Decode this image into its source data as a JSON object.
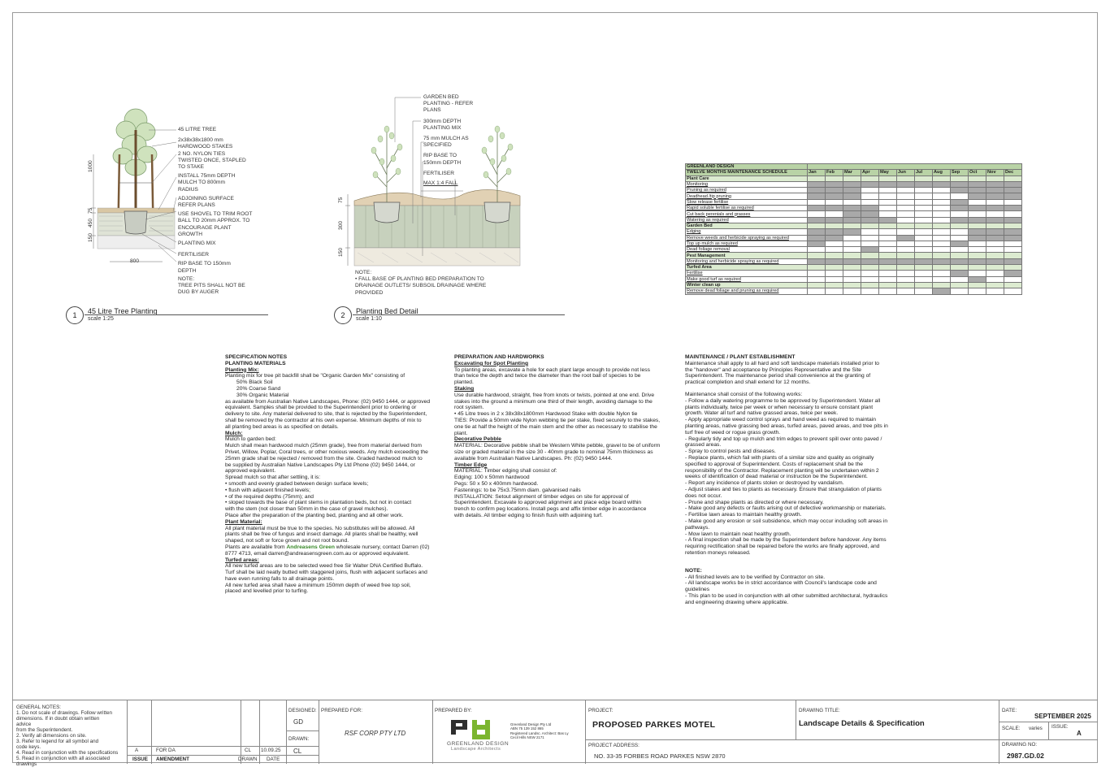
{
  "detail1": {
    "number": "1",
    "title": "45 Litre Tree Planting",
    "scale": "scale 1:25",
    "labels": [
      "45 LITRE TREE",
      "2x38x38x1800 mm",
      "HARDWOOD STAKES",
      "2 NO. NYLON TIES",
      "TWISTED ONCE, STAPLED",
      "TO STAKE",
      "INSTALL 75mm DEPTH",
      "MULCH TO 800mm",
      "RADIUS",
      "ADJOINING SURFACE",
      "REFER PLANS",
      "USE SHOVEL TO TRIM ROOT",
      "BALL TO 20mm APPROX. TO",
      "ENCOURAGE PLANT",
      "GROWTH",
      "PLANTING MIX",
      "FERTILISER",
      "RIP BASE TO 150mm",
      "DEPTH",
      "NOTE:",
      "TREE PITS SHALL NOT BE",
      "DUG BY AUGER"
    ],
    "dims": {
      "d1000": "1000",
      "d75": "75",
      "d450": "450",
      "d150": "150",
      "d800": "800"
    }
  },
  "detail2": {
    "number": "2",
    "title": "Planting Bed Detail",
    "scale": "scale 1:10",
    "labels": [
      "GARDEN BED",
      "PLANTING - REFER",
      "PLANS",
      "300mm DEPTH",
      "PLANTING MIX",
      "75 mm MULCH AS",
      "SPECIFIED",
      "RIP BASE TO",
      "150mm DEPTH",
      "FERTILISER",
      "MAX 1:4 FALL"
    ],
    "note": [
      "NOTE:",
      "• FALL BASE OF PLANTING BED PREPARATION TO",
      "DRAINAGE OUTLETS/ SUBSOIL DRAINAGE WHERE",
      "PROVIDED"
    ],
    "dims": {
      "d75": "75",
      "d300": "300",
      "d150": "150"
    }
  },
  "maintenance_schedule": {
    "company": "GREENLAND DESIGN",
    "title": "TWELVE MONTHS MAINTENANCE SCHEDULE",
    "months": [
      "Jan",
      "Feb",
      "Mar",
      "Apr",
      "May",
      "Jun",
      "Jul",
      "Aug",
      "Sep",
      "Oct",
      "Nov",
      "Dec"
    ],
    "rows": [
      {
        "label": "Plant Care",
        "section": true
      },
      {
        "label": "Monitoring",
        "shade": [
          1,
          1,
          1,
          1,
          1,
          1,
          1,
          1,
          1,
          1,
          1,
          1
        ]
      },
      {
        "label": "Pruning as required",
        "shade": [
          1,
          1,
          1,
          0,
          0,
          0,
          0,
          0,
          1,
          1,
          1,
          1
        ]
      },
      {
        "label": "Deadhead /tip pruning",
        "shade": [
          1,
          1,
          1,
          0,
          0,
          0,
          0,
          0,
          0,
          1,
          1,
          1
        ]
      },
      {
        "label": "Slow release fertilise",
        "shade": [
          0,
          0,
          0,
          0,
          0,
          0,
          0,
          0,
          1,
          0,
          0,
          0
        ]
      },
      {
        "label": "Rapid soluble fertilise as required",
        "shade": [
          1,
          1,
          1,
          1,
          0,
          0,
          0,
          0,
          1,
          1,
          1,
          1
        ]
      },
      {
        "label": "Cut back perenials and grasses",
        "shade": [
          0,
          0,
          1,
          1,
          0,
          0,
          0,
          0,
          0,
          0,
          0,
          0
        ]
      },
      {
        "label": "Watering as required",
        "shade": [
          1,
          1,
          1,
          1,
          1,
          0,
          0,
          0,
          1,
          1,
          1,
          1
        ]
      },
      {
        "label": "Garden Bed",
        "section": true
      },
      {
        "label": "Edging",
        "shade": [
          1,
          1,
          1,
          0,
          0,
          0,
          0,
          0,
          0,
          1,
          1,
          1
        ]
      },
      {
        "label": "Remove weeds and herbicide spraying as required",
        "shade": [
          1,
          1,
          0,
          0,
          0,
          1,
          0,
          0,
          0,
          1,
          1,
          1
        ]
      },
      {
        "label": "Top up mulch as required",
        "shade": [
          1,
          0,
          0,
          0,
          0,
          0,
          0,
          0,
          1,
          0,
          0,
          0
        ]
      },
      {
        "label": "Dead foliage removal",
        "shade": [
          0,
          0,
          0,
          1,
          0,
          0,
          0,
          0,
          0,
          0,
          0,
          0
        ]
      },
      {
        "label": "Pest Management",
        "section": true
      },
      {
        "label": "Monitoring and herbicide spraying as required",
        "shade": [
          1,
          1,
          1,
          1,
          1,
          1,
          1,
          1,
          1,
          1,
          1,
          1
        ]
      },
      {
        "label": "Turfed Area",
        "section": true
      },
      {
        "label": "Fertilise",
        "shade": [
          0,
          0,
          0,
          0,
          0,
          0,
          0,
          0,
          1,
          0,
          0,
          1
        ]
      },
      {
        "label": "Make good turf as required",
        "shade": [
          0,
          0,
          0,
          0,
          0,
          0,
          0,
          0,
          0,
          1,
          0,
          0
        ]
      },
      {
        "label": "Winter clean up",
        "section": true
      },
      {
        "label": "Remove dead foliage and pruning as required",
        "shade": [
          0,
          0,
          0,
          0,
          0,
          0,
          0,
          1,
          0,
          0,
          0,
          0
        ]
      }
    ]
  },
  "spec_notes": {
    "col1": [
      {
        "t": "SPECIFICATION NOTES",
        "s": "h"
      },
      {
        "t": "PLANTING MATERIALS",
        "s": "h"
      },
      {
        "t": "Planting Mix:",
        "s": "hu"
      },
      {
        "t": "Planting mix for tree pit backfill shall be \"Organic Garden Mix\" consisting of"
      },
      {
        "t": "50% Black Soil",
        "s": "ind"
      },
      {
        "t": "20% Coarse Sand",
        "s": "ind"
      },
      {
        "t": "30% Organic Material",
        "s": "ind"
      },
      {
        "t": "as available from Australian Native Landscapes, Phone: (02) 9450 1444, or approved"
      },
      {
        "t": "equivalent.  Samples shall be provided to the Superintendent prior to ordering or"
      },
      {
        "t": "delivery to site.  Any material delivered to site, that is rejected by the Superintendent,"
      },
      {
        "t": "shall be removed by the contractor at his own expense.  Minimum depths of mix to"
      },
      {
        "t": "all planting bed areas is as specified on details."
      },
      {
        "t": "Mulch:",
        "s": "hu"
      },
      {
        "t": "Mulch to  garden bed:"
      },
      {
        "t": "Mulch shall mean hardwood mulch (25mm grade), free from material derived from"
      },
      {
        "t": "Privet, Willow, Poplar, Coral trees, or other noxious weeds.  Any mulch exceeding the"
      },
      {
        "t": "25mm grade shall be rejected / removed from the site.  Graded hardwood mulch to"
      },
      {
        "t": "be supplied by Australian Native Landscapes Pty Ltd Phone (02) 9450 1444, or"
      },
      {
        "t": "approved equivalent."
      },
      {
        "t": "Spread mulch so that after settling, it is:"
      },
      {
        "t": "•      smooth and evenly graded between design surface levels;"
      },
      {
        "t": "•      flush with adjacent finished levels;"
      },
      {
        "t": "•      of the required depths (75mm); and"
      },
      {
        "t": "•      sloped towards the base of plant stems in plantation beds, but not in contact"
      },
      {
        "t": "with the stem (not closer than 50mm in the case of gravel mulches)."
      },
      {
        "t": "Place after the preparation of the planting bed, planting and all other work."
      },
      {
        "t": "Plant Material:",
        "s": "hu"
      },
      {
        "t": "All plant material must be true to the species.  No substitutes will be allowed.  All"
      },
      {
        "t": "plants shall be free of fungus and insect damage.  All plants shall be healthy, well"
      },
      {
        "t": "shaped, not soft or force grown and not root bound."
      },
      {
        "t": "Plants are available from Andreasens Green wholesale nursery, contact Darren (02)",
        "green": "Andreasens Green"
      },
      {
        "t": "8777 4713, email darren@andreasensgreen.com.au or approved equivalent."
      },
      {
        "t": "Turfed areas:",
        "s": "hu"
      },
      {
        "t": "All new turfed areas are to be selected weed free Sir Walter DNA Certified Buffalo."
      },
      {
        "t": "Turf shall be laid neatly butted with staggered joins, flush with adjacent surfaces and"
      },
      {
        "t": "have even running falls to all drainage points."
      },
      {
        "t": "All new turfed area shall have a minimum 150mm depth of weed free top soil,"
      },
      {
        "t": "placed and levelled prior to turfing."
      }
    ],
    "col2": [
      {
        "t": "PREPARATION AND HARDWORKS",
        "s": "h"
      },
      {
        "t": "Excavating for Spot Planting",
        "s": "hu"
      },
      {
        "t": "To planting areas, excavate a hole for each plant large enough to provide not less"
      },
      {
        "t": "than twice the depth and twice the diameter than the root ball of species to be"
      },
      {
        "t": "planted."
      },
      {
        "t": "Staking",
        "s": "hu"
      },
      {
        "t": "Use durable hardwood, straight, free from knots or twists, pointed at one end.  Drive"
      },
      {
        "t": "stakes into the ground a minimum one third of their length, avoiding damage to the"
      },
      {
        "t": "root system."
      },
      {
        "t": "•   45 Litre trees in 2 x 38x38x1800mm Hardwood Stake with double Nylon tie"
      },
      {
        "t": "TIES:  Provide a 50mm wide Nylon webbing tie per stake, fixed securely to the stakes,"
      },
      {
        "t": "one tie at half the height of the main stem and the other as necessary to stabilise the"
      },
      {
        "t": "plant."
      },
      {
        "t": "Decorative Pebble",
        "s": "hu"
      },
      {
        "t": "MATERIAL: Decorative pebble shall be Western White pebble, gravel to be of uniform"
      },
      {
        "t": "size or graded material in the size 30 - 40mm grade to nominal 75mm thickness as"
      },
      {
        "t": "available from Australian Native Landscapes.  Ph: (02) 9450 1444."
      },
      {
        "t": "Timber Edge",
        "s": "hu"
      },
      {
        "t": "MATERIAL:  Timber edging shall consist of:"
      },
      {
        "t": "Edging:        100 x 50mm hardwood"
      },
      {
        "t": "Pegs: 50 x 50 x 400mm hardwood."
      },
      {
        "t": "Fastenings:  to be 75x3.75mm diam. galvanised nails"
      },
      {
        "t": "INSTALLATION:  Setout alignment of timber edges on site for approval of"
      },
      {
        "t": "Superintendent.  Excavate to approved alignment and place edge board within"
      },
      {
        "t": "trench to confirm peg locations.  Install pegs and affix timber edge in accordance"
      },
      {
        "t": "with details.  All timber edging to finish flush with adjoining turf."
      }
    ],
    "col3": [
      {
        "t": "MAINTENANCE / PLANT ESTABLISHMENT",
        "s": "h"
      },
      {
        "t": "Maintenance shall apply to all hard and soft landscape materials installed prior to"
      },
      {
        "t": "the \"handover\" and acceptance by Principles Representative and the Site"
      },
      {
        "t": "Superintendent.  The maintenance period shall convenience at the granting of"
      },
      {
        "t": "practical completion and shall extend for 12 months."
      },
      {
        "t": "",
        "s": "gap"
      },
      {
        "t": "Maintenance shall consist of the following works:"
      },
      {
        "t": "- Follow a daily watering programme to be approved by Superintendent.  Water all"
      },
      {
        "t": "plants individually, twice per week or when necessary to ensure constant plant"
      },
      {
        "t": "growth.  Water all turf and native grassed areas, twice per week."
      },
      {
        "t": "- Apply appropriate weed control sprays and hand weed as required to maintain"
      },
      {
        "t": "planting areas, native grassing bed areas, turfed areas, paved areas, and tree pits in"
      },
      {
        "t": "turf free of weed or rogue grass growth."
      },
      {
        "t": "- Regularly tidy and top up mulch and trim edges to prevent spill over onto paved /"
      },
      {
        "t": "grassed areas."
      },
      {
        "t": "- Spray to control pests and diseases."
      },
      {
        "t": "- Replace plants, which fail with plants of a similar size and quality as originally"
      },
      {
        "t": "specified to approval of Superintendent.  Costs of replacement shall be the"
      },
      {
        "t": "responsibility of the Contractor.  Replacement planting will be undertaken within 2"
      },
      {
        "t": "weeks of identification of dead material or instruction be the Superintendent."
      },
      {
        "t": "- Report any incidence of plants stolen or destroyed by vandalism."
      },
      {
        "t": "- Adjust stakes and ties to plants as necessary.  Ensure that strangulation of plants"
      },
      {
        "t": "does not occur."
      },
      {
        "t": "- Prune and shape plants as directed or where necessary."
      },
      {
        "t": "- Make good any defects or faults arising out of defective workmanship or materials."
      },
      {
        "t": "- Fertilise lawn areas to maintain healthy growth."
      },
      {
        "t": "- Make good any erosion or soil subsidence, which may occur including soft areas in"
      },
      {
        "t": "pathways."
      },
      {
        "t": "- Mow lawn to maintain neat healthy growth."
      },
      {
        "t": "- A final inspection shall be made by the Superintendent before handover.  Any items"
      },
      {
        "t": "requiring rectification shall be repaired before the works are finally approved, and"
      },
      {
        "t": "retention moneys released."
      },
      {
        "t": "",
        "s": "gap"
      },
      {
        "t": "",
        "s": "gap"
      },
      {
        "t": "NOTE:",
        "s": "h"
      },
      {
        "t": "- All finished levels are to be verified by Contractor on site."
      },
      {
        "t": "- All landscape works be in strict accordance with Council's landscape code and"
      },
      {
        "t": "guidelines"
      },
      {
        "t": "- This plan to be used in conjunction with all other submitted architectural, hydraulics"
      },
      {
        "t": "and  engineering drawing where applicable."
      }
    ]
  },
  "title_block": {
    "general_notes_title": "GENERAL NOTES:",
    "general_notes": [
      "1.   Do not scale of drawings. Follow written",
      "      dimensions. If in doubt obtain written",
      "      advice",
      "      from the Superintendent.",
      "2.   Verify all dimensions on site.",
      "3.   Refer to legend for all symbol and",
      "      code keys.",
      "4.   Read in conjunction with the specifications",
      "5.   Read in conjunction with all associated",
      "      drawings"
    ],
    "issue": "A",
    "amendment": "FOR DA",
    "drawn_by_initials": "CL",
    "date_value": "10.09.25",
    "issue_label": "ISSUE",
    "amendment_label": "AMENDMENT",
    "drawn_label": "DRAWN",
    "date_label": "DATE",
    "designed_label": "DESIGNED:",
    "designed_value": "GD",
    "drawn_label2": "DRAWN:",
    "drawn_value": "CL",
    "prepared_for_label": "PREPARED FOR:",
    "prepared_for": "RSF CORP PTY LTD",
    "prepared_by_label": "PREPARED BY:",
    "logo_name": "GREENLAND DESIGN",
    "logo_sub": "Landscape Architects",
    "company_info": [
      "Greenland Design Pty Ltd",
      "ABN 75 139 152 865",
      "Registered Landsc. Architect: Bas Ly",
      "Cecil Hills NSW 2171"
    ],
    "project_label": "PROJECT:",
    "project": "PROPOSED PARKES MOTEL",
    "project_address_label": "PROJECT ADDRESS:",
    "project_address": "NO. 33-35 FORBES ROAD PARKES NSW 2870",
    "drawing_title_label": "DRAWING TITLE:",
    "drawing_title": "Landscape Details & Specification",
    "date_label2": "DATE:",
    "date": "SEPTEMBER 2025",
    "scale_label": "SCALE:",
    "scale": "varies",
    "issue_label2": "ISSUE:",
    "issue_value": "A",
    "drawing_no_label": "DRAWING NO:",
    "drawing_no": "2987.GD.02"
  }
}
